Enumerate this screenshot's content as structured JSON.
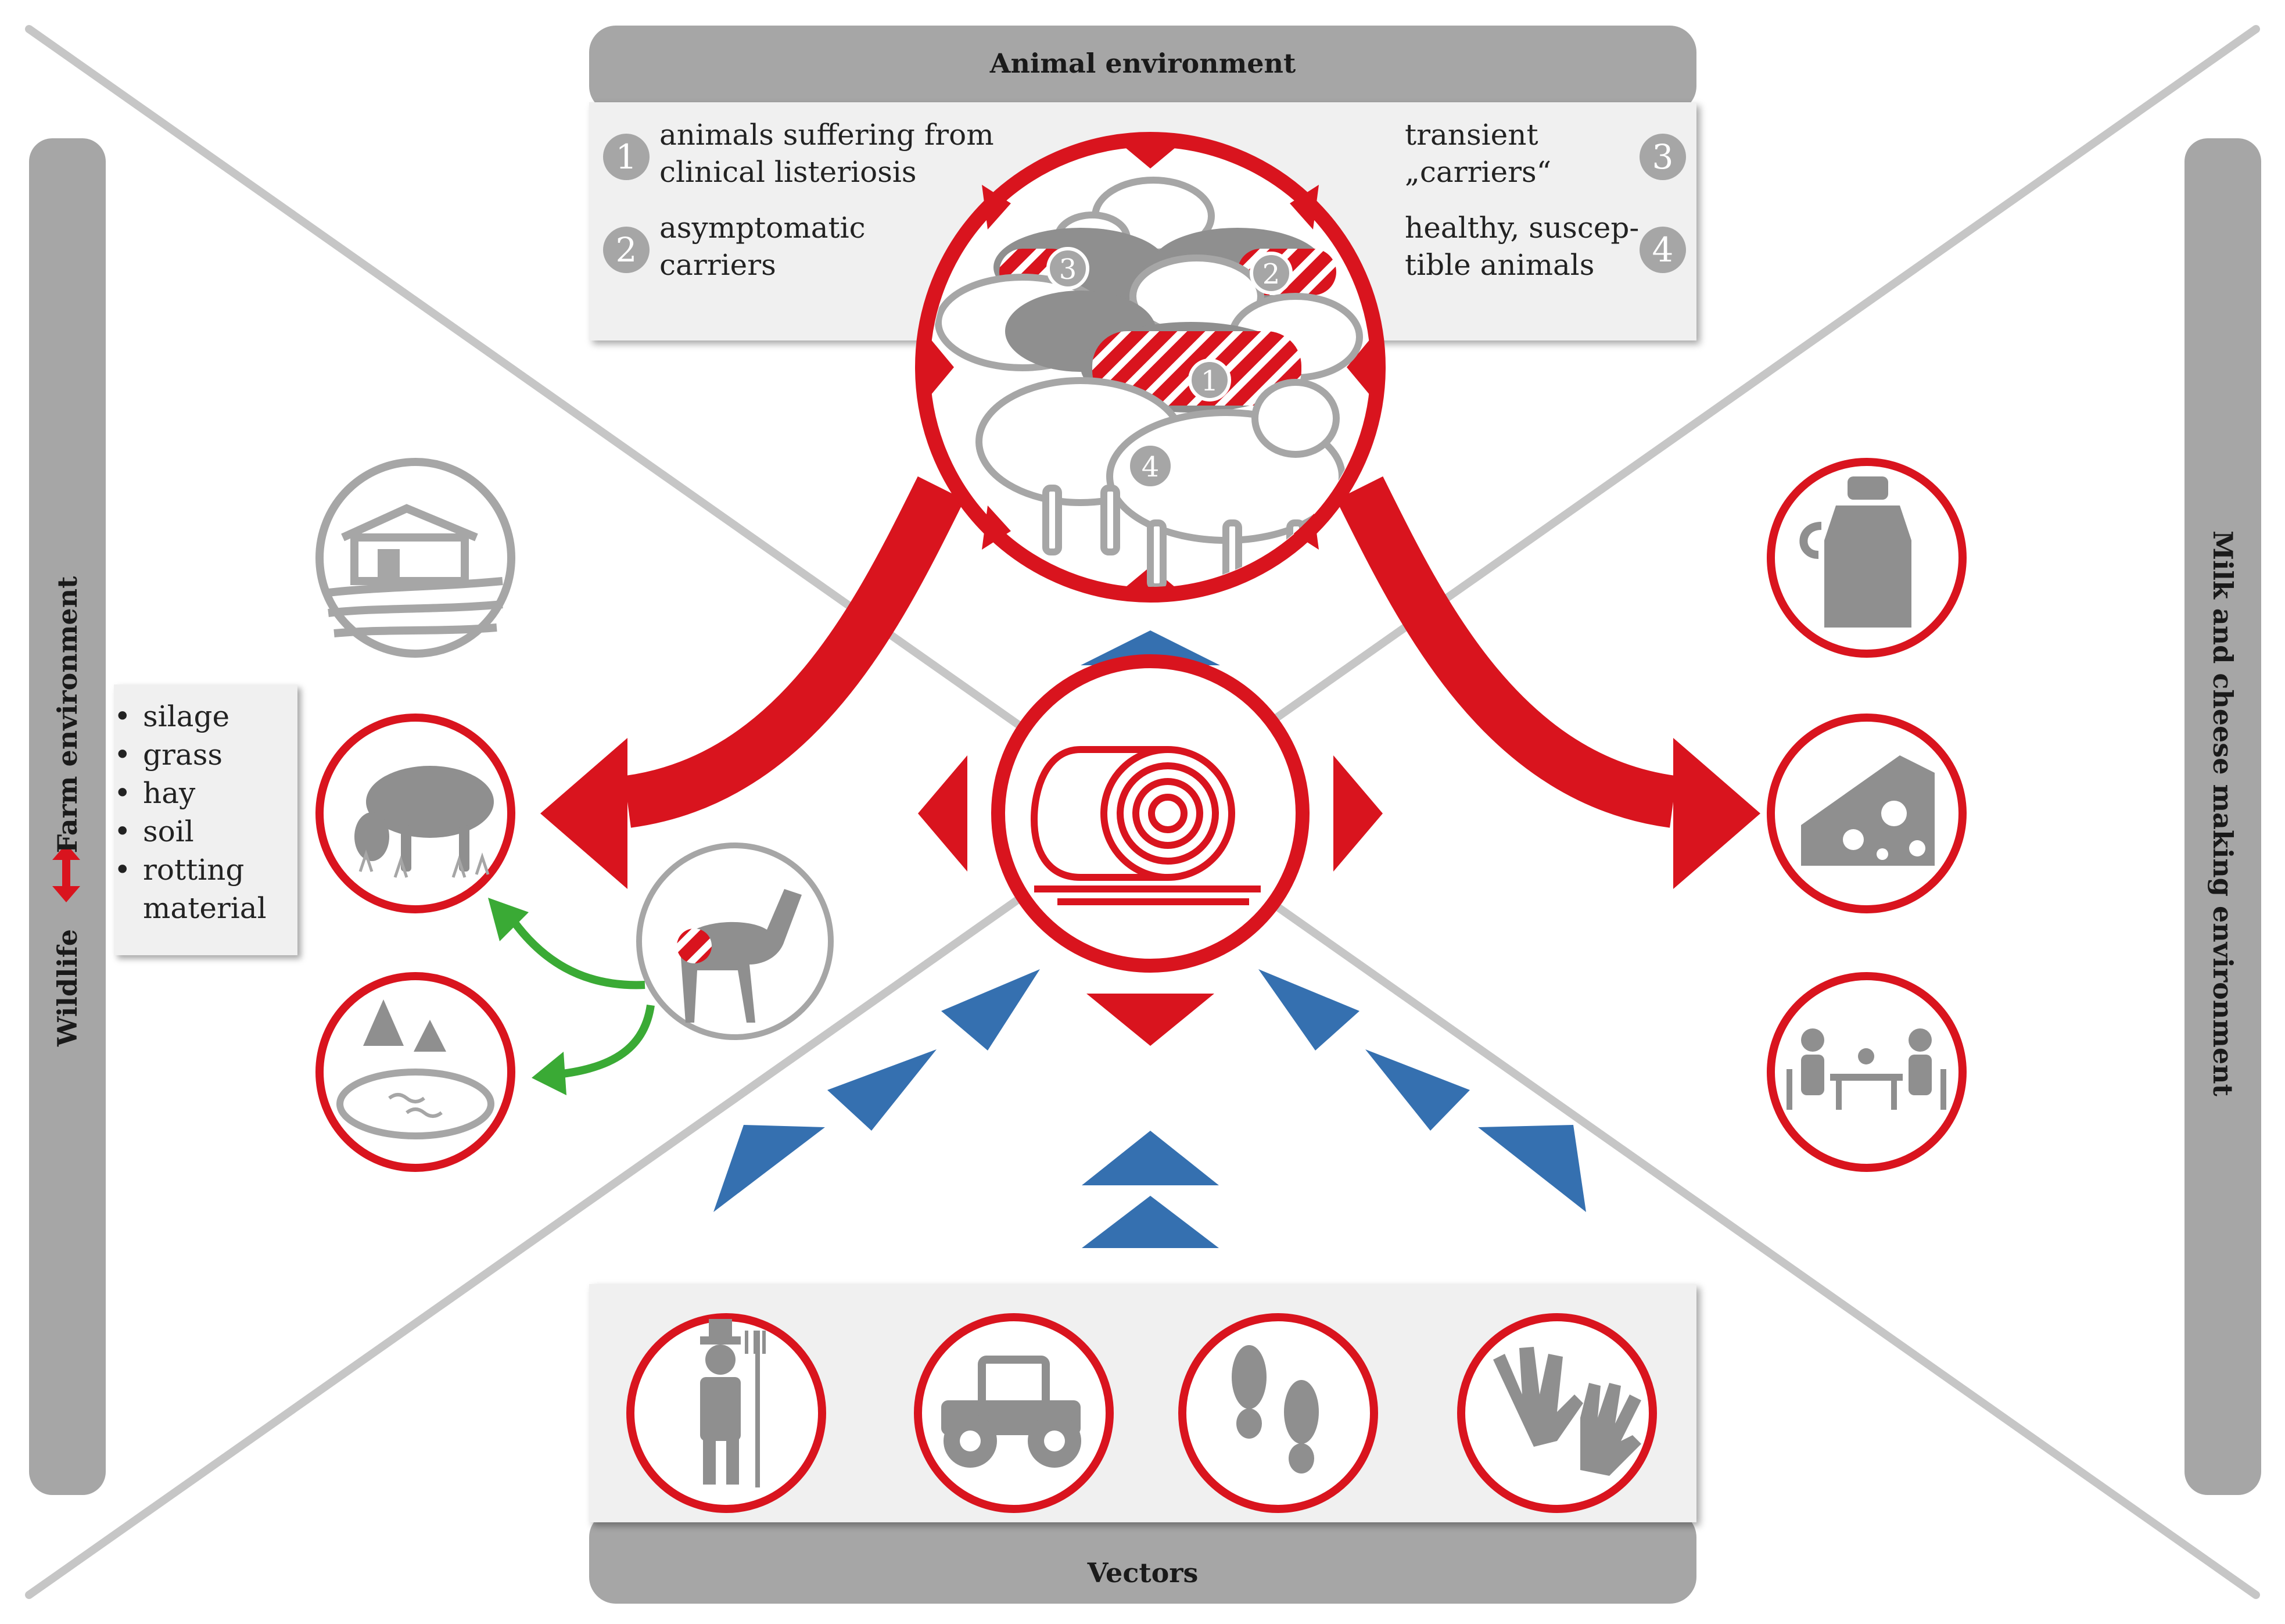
{
  "panels": {
    "top": {
      "title": "Animal environment"
    },
    "bottom": {
      "title": "Vectors"
    },
    "left": {
      "title_part1": "Wildlife",
      "title_part2": "Farm environment"
    },
    "right": {
      "title": "Milk and cheese making environment"
    }
  },
  "animal_key": [
    {
      "num": "1",
      "line1": "animals suffering from",
      "line2": "clinical listeriosis"
    },
    {
      "num": "2",
      "line1": "asymptomatic",
      "line2": "carriers"
    },
    {
      "num": "3",
      "line1": "transient",
      "line2": "„carriers“"
    },
    {
      "num": "4",
      "line1": "healthy, suscep-",
      "line2": "tible animals"
    }
  ],
  "sheep_labels": [
    "3",
    "2",
    "1",
    "4"
  ],
  "farm_sources": [
    "silage",
    "grass",
    "hay",
    "soil",
    "rotting",
    "material"
  ],
  "icons": {
    "farm": "farm-icon",
    "grazing": "grazing-sheep-icon",
    "deer": "deer-icon",
    "forest_pond": "forest-pond-icon",
    "hay_bale": "hay-bale-icon",
    "milk_can": "milk-can-icon",
    "cheese": "cheese-icon",
    "family_meal": "family-dining-icon",
    "farmer": "farmer-icon",
    "tractor": "tractor-icon",
    "footprints": "footprints-icon",
    "hands": "hands-icon"
  },
  "colors": {
    "red": "#d9141e",
    "blue": "#3570b0",
    "green": "#3aaa35",
    "grey": "#a6a6a6",
    "panel_bg": "#f0f0f0"
  }
}
